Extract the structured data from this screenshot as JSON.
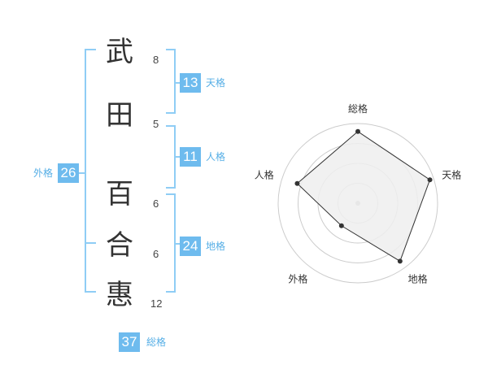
{
  "name": {
    "characters": [
      {
        "char": "武",
        "strokes": "8"
      },
      {
        "char": "田",
        "strokes": "5"
      },
      {
        "char": "百",
        "strokes": "6"
      },
      {
        "char": "合",
        "strokes": "6"
      },
      {
        "char": "惠",
        "strokes": "12"
      }
    ]
  },
  "kaku": {
    "tenkaku": {
      "value": "13",
      "label": "天格"
    },
    "jinkaku": {
      "value": "11",
      "label": "人格"
    },
    "chikaku": {
      "value": "24",
      "label": "地格"
    },
    "gaikaku": {
      "value": "26",
      "label": "外格"
    },
    "soukaku": {
      "value": "37",
      "label": "総格"
    }
  },
  "chart_data": {
    "type": "radar",
    "axes": [
      "総格",
      "天格",
      "地格",
      "外格",
      "人格"
    ],
    "values": [
      0.9,
      0.95,
      0.9,
      0.35,
      0.8
    ],
    "max": 1,
    "rings": 4,
    "colors": {
      "fill": "#eeeeee",
      "stroke": "#333333",
      "grid": "#cccccc",
      "center": "#bbbbbb"
    }
  }
}
